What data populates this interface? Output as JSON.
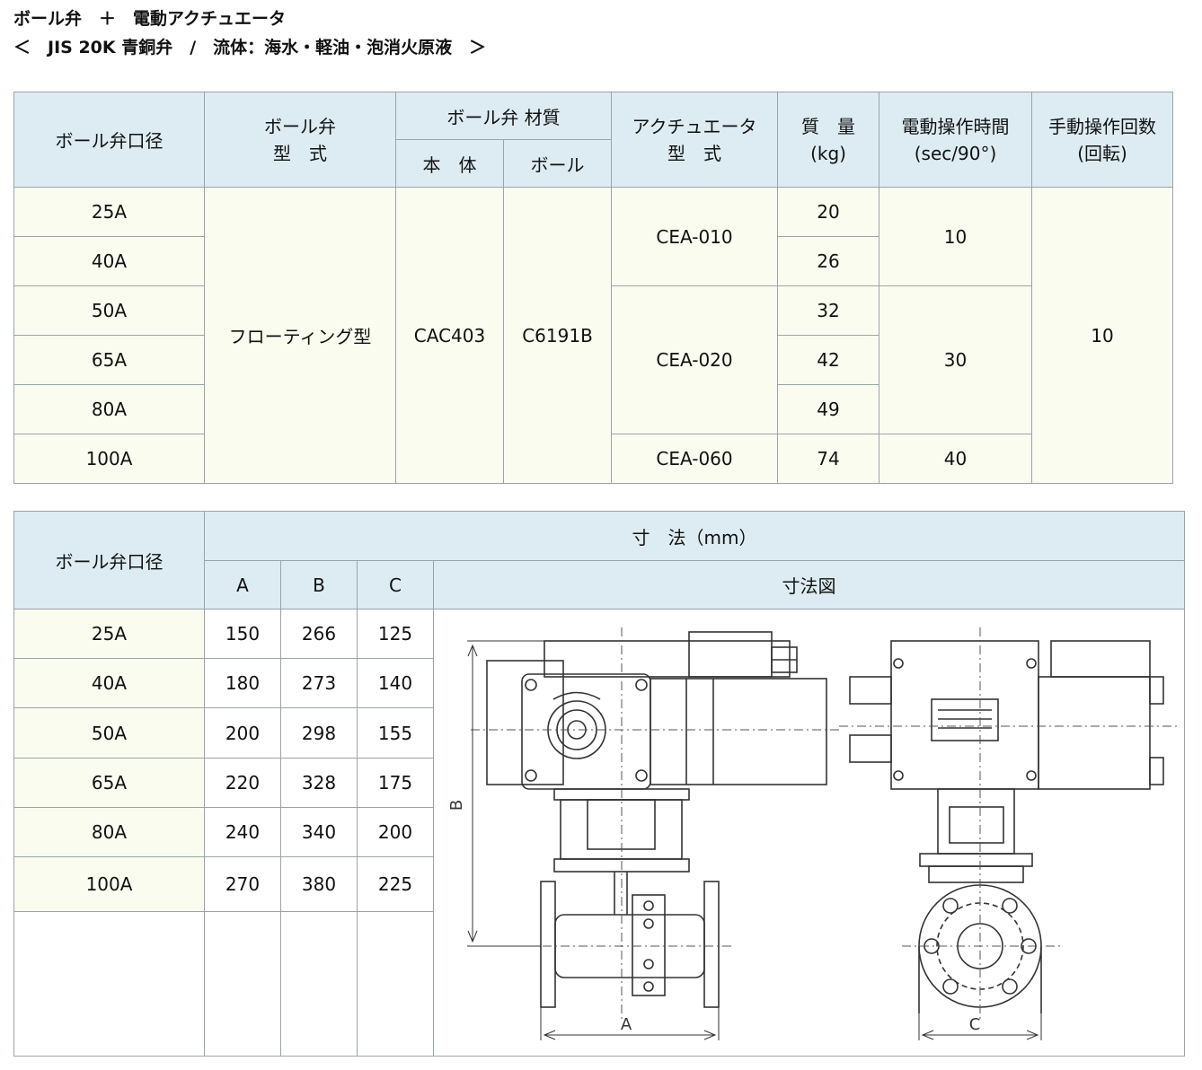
{
  "title_line1": "ボール弁　＋　電動アクチュエータ",
  "title_line2": "＜　JIS 20K 青銅弁　/　流体：海水・軽油・泡消火原液　＞",
  "spec_table": {
    "headers": {
      "size": "ボール弁口径",
      "valve_type_line1": "ボール弁",
      "valve_type_line2": "型　式",
      "material": "ボール弁 材質",
      "material_body": "本　体",
      "material_ball": "ボール",
      "actuator_line1": "アクチュエータ",
      "actuator_line2": "型　式",
      "mass_line1": "質　量",
      "mass_line2": "(kg)",
      "op_time_line1": "電動操作時間",
      "op_time_line2": "(sec/90°)",
      "manual_line1": "手動操作回数",
      "manual_line2": "(回転)"
    },
    "sizes": [
      "25A",
      "40A",
      "50A",
      "65A",
      "80A",
      "100A"
    ],
    "valve_type": "フローティング型",
    "body_material": "CAC403",
    "ball_material": "C6191B",
    "actuators": [
      "CEA-010",
      "CEA-020",
      "CEA-060"
    ],
    "masses": [
      "20",
      "26",
      "32",
      "42",
      "49",
      "74"
    ],
    "op_times": [
      "10",
      "30",
      "40"
    ],
    "manual_turns": "10"
  },
  "dim_table": {
    "headers": {
      "size": "ボール弁口径",
      "dimensions": "寸　法（mm）",
      "a": "A",
      "b": "B",
      "c": "C",
      "drawing": "寸法図"
    },
    "rows": [
      {
        "size": "25A",
        "a": "150",
        "b": "266",
        "c": "125"
      },
      {
        "size": "40A",
        "a": "180",
        "b": "273",
        "c": "140"
      },
      {
        "size": "50A",
        "a": "200",
        "b": "298",
        "c": "155"
      },
      {
        "size": "65A",
        "a": "220",
        "b": "328",
        "c": "175"
      },
      {
        "size": "80A",
        "a": "240",
        "b": "340",
        "c": "200"
      },
      {
        "size": "100A",
        "a": "270",
        "b": "380",
        "c": "225"
      }
    ],
    "drawing_labels": {
      "a": "A",
      "b": "B",
      "c": "C"
    }
  }
}
